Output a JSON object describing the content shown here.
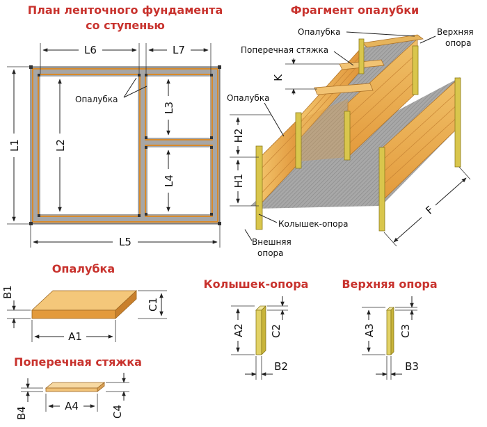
{
  "plan": {
    "title_line1": "План ленточного фундамента",
    "title_line2": "со ступенью",
    "formwork_label": "Опалубка",
    "dims": {
      "L1": "L1",
      "L2": "L2",
      "L3": "L3",
      "L4": "L4",
      "L5": "L5",
      "L6": "L6",
      "L7": "L7"
    }
  },
  "fragment": {
    "title": "Фрагмент опалубки",
    "formwork_top": "Опалубка",
    "upper_support_l1": "Верхняя",
    "upper_support_l2": "опора",
    "cross_tie": "Поперечная стяжка",
    "formwork_side": "Опалубка",
    "stake_support": "Колышек-опора",
    "outer_support_l1": "Внешняя",
    "outer_support_l2": "опора",
    "dims": {
      "K": "K",
      "H1": "H1",
      "H2": "H2",
      "F": "F"
    }
  },
  "details": {
    "board": {
      "title": "Опалубка",
      "A": "A1",
      "B": "B1",
      "C": "C1"
    },
    "tie": {
      "title": "Поперечная стяжка",
      "A": "A4",
      "B": "B4",
      "C": "C4"
    },
    "stake": {
      "title": "Колышек-опора",
      "A": "A2",
      "B": "B2",
      "C": "C2"
    },
    "upper": {
      "title": "Верхняя опора",
      "A": "A3",
      "B": "B3",
      "C": "C3"
    }
  },
  "colors": {
    "title_red": "#c8322d",
    "wood_light": "#f6d88a",
    "wood_orange": "#e8a64a",
    "wood_dark": "#c9873a",
    "concrete": "#9a9a9a",
    "stake_yellow": "#d8c64a"
  }
}
